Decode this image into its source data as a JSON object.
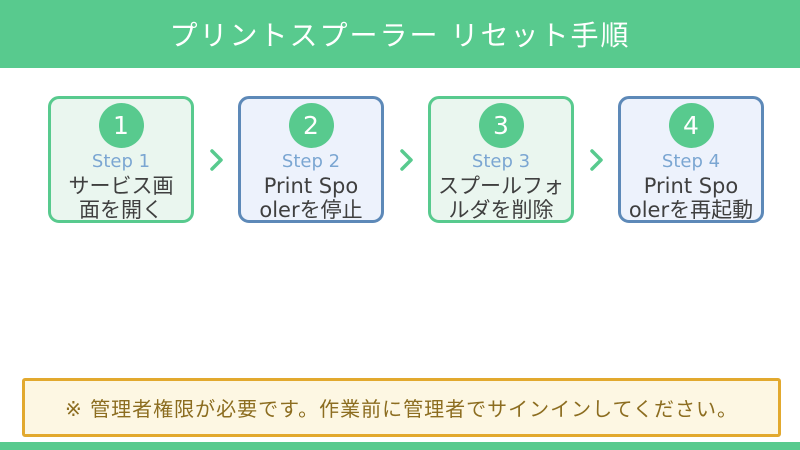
{
  "header": {
    "title": "プリントスプーラー リセット手順"
  },
  "steps": [
    {
      "number": "1",
      "label": "Step 1",
      "body": "サービス画\n面を開く",
      "theme": "green"
    },
    {
      "number": "2",
      "label": "Step 2",
      "body": "Print Spo\nolerを停止",
      "theme": "blue"
    },
    {
      "number": "3",
      "label": "Step 3",
      "body": "スプールフォ\nルダを削除",
      "theme": "green"
    },
    {
      "number": "4",
      "label": "Step 4",
      "body": "Print Spo\nolerを再起動",
      "theme": "blue"
    }
  ],
  "icons": {
    "step_separator": "chevron-right"
  },
  "notice": {
    "text": "※ 管理者権限が必要です。作業前に管理者でサインインしてください。"
  },
  "colors": {
    "accent_green": "#58ca8e",
    "card_green_bg": "#eaf6ef",
    "accent_blue": "#5d89b8",
    "card_blue_bg": "#edf2fc",
    "step_label_blue": "#7ba6d2",
    "body_text": "#3f3f3f",
    "notice_border": "#e2a92e",
    "notice_bg": "#fdf7e3",
    "notice_text": "#8c6d20"
  }
}
